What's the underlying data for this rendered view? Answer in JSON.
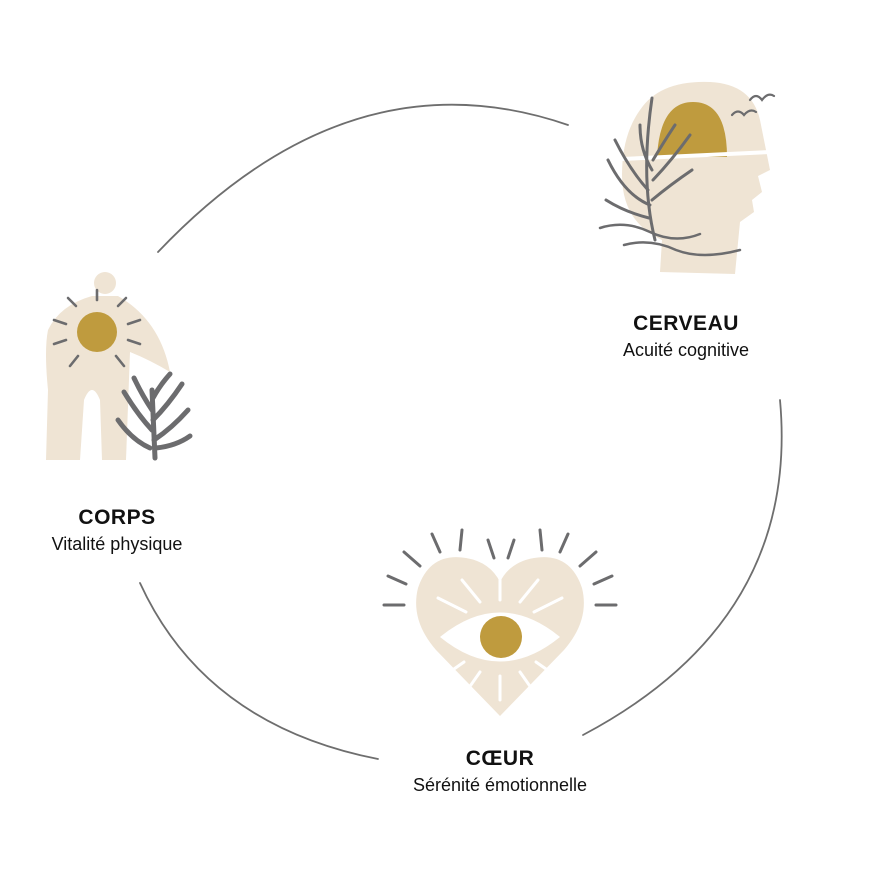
{
  "nodes": {
    "cerveau": {
      "title": "CERVEAU",
      "subtitle": "Acuité cognitive",
      "icon": "head-with-plant-and-sun-icon"
    },
    "corps": {
      "title": "CORPS",
      "subtitle": "Vitalité physique",
      "icon": "body-with-sun-and-coral-icon"
    },
    "coeur": {
      "title": "CŒUR",
      "subtitle": "Sérénité émotionnelle",
      "icon": "heart-with-eye-icon"
    }
  },
  "colors": {
    "beige": "#efe4d4",
    "gold": "#bf9b3e",
    "grey": "#6c6c6e",
    "ring": "#6e6e6e",
    "text": "#111111"
  }
}
